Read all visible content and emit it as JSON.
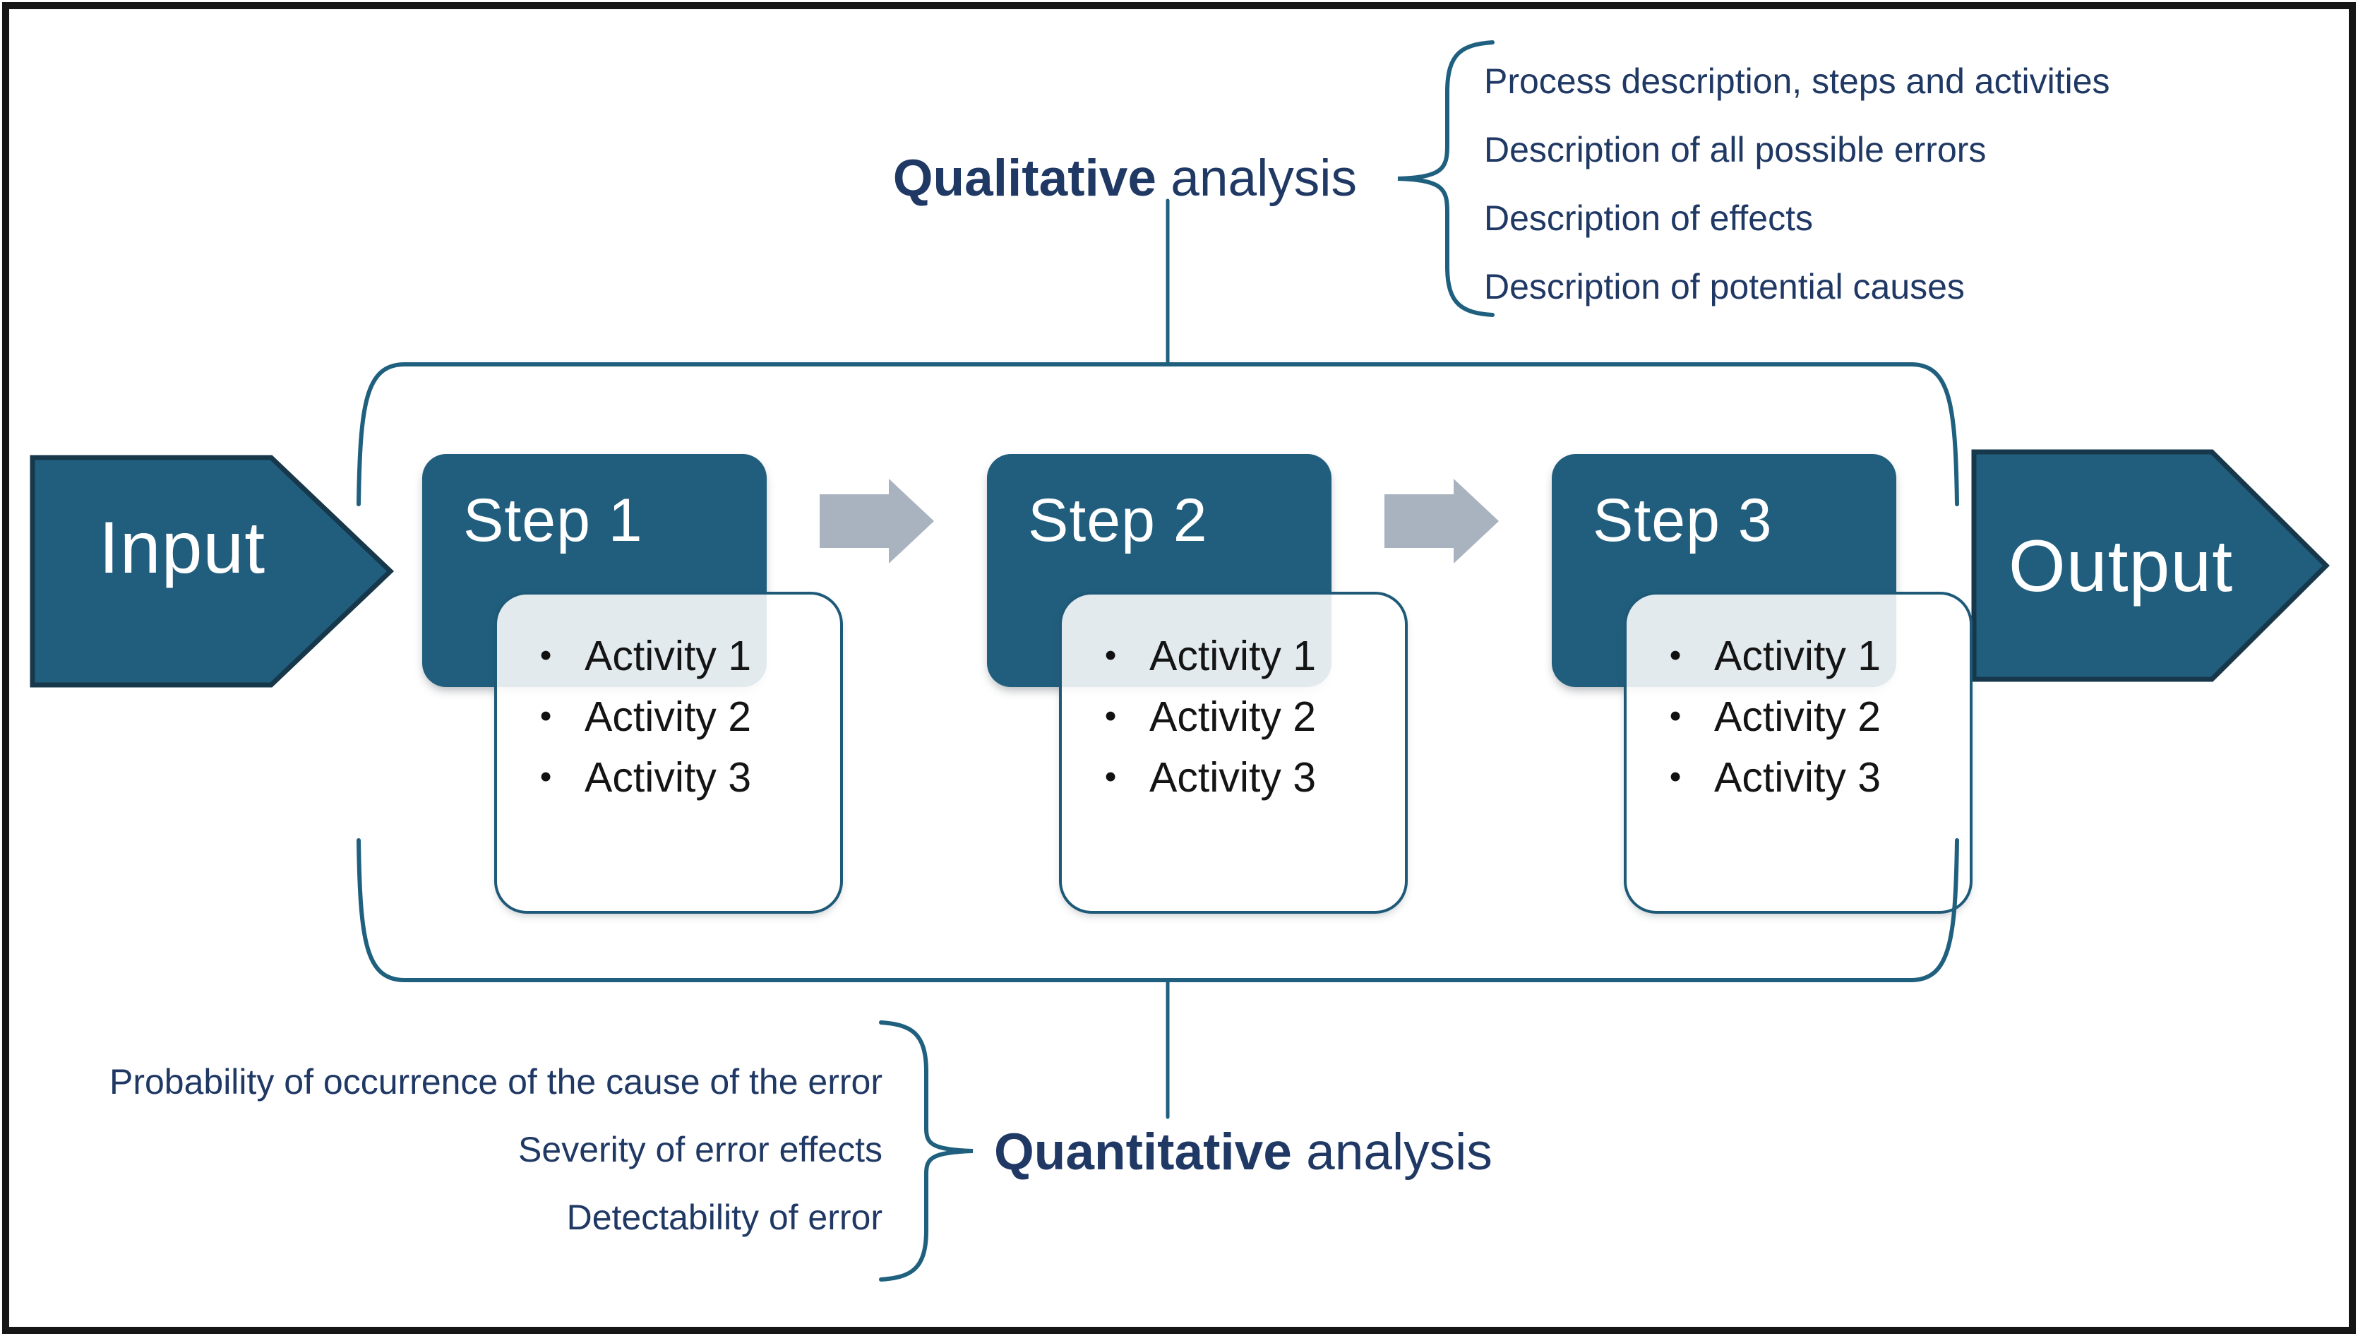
{
  "colors": {
    "shape_teal": "#215e7d",
    "shape_outline": "#16384a",
    "line_teal": "#20607f",
    "label_navy": "#1f3864",
    "arrow_gray": "#a9b2bf",
    "activity_text": "#141414",
    "card_overlap_tint": "#e5ecf0",
    "frame_black": "#161616"
  },
  "flow": {
    "input_label": "Input",
    "output_label": "Output",
    "bullet_glyph": "●",
    "steps": [
      {
        "title": "Step 1",
        "activities": [
          "Activity 1",
          "Activity 2",
          "Activity 3"
        ]
      },
      {
        "title": "Step 2",
        "activities": [
          "Activity 1",
          "Activity 2",
          "Activity 3"
        ]
      },
      {
        "title": "Step 3",
        "activities": [
          "Activity 1",
          "Activity 2",
          "Activity 3"
        ]
      }
    ]
  },
  "qualitative": {
    "label_bold": "Qualitative",
    "label_rest": " analysis",
    "items": [
      "Process description, steps and activities",
      "Description of all possible errors",
      "Description of effects",
      "Description of potential causes"
    ]
  },
  "quantitative": {
    "label_bold": "Quantitative",
    "label_rest": " analysis",
    "items": [
      "Probability of occurrence of the cause of the error",
      "Severity of error effects",
      "Detectability of error"
    ]
  }
}
